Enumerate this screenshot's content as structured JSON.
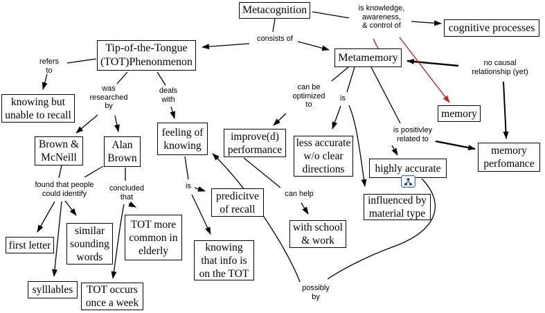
{
  "diagram": {
    "title": "Metacognition concept map",
    "colors": {
      "background": "#ffffff",
      "line": "#000000",
      "highlight_line": "#cc1f1f",
      "node_border": "#000000",
      "node_background": "#ffffff",
      "text": "#000000",
      "resource_icon_border": "#3b6fd4",
      "resource_icon_glyph": "#1a3c8c"
    },
    "nodes": {
      "metacognition": {
        "text": "Metacognition"
      },
      "cognitive_processes": {
        "text": "cognitive processes"
      },
      "tot_phenomenon": {
        "text": "Tip-of-the-Tongue\n(TOT)Phenonmenon"
      },
      "metamemory": {
        "text": "Metamemory"
      },
      "knowing_but_unable": {
        "text": "knowing but\nunable to recall"
      },
      "brown_mcneill": {
        "text": "Brown &\nMcNeill"
      },
      "alan_brown": {
        "text": "Alan\nBrown"
      },
      "feeling_of_knowing": {
        "text": "feeling of\nknowing"
      },
      "improved_performance": {
        "text": "improve(d)\nperformance"
      },
      "less_accurate": {
        "text": "less accurate\nw/o clear\ndirections"
      },
      "memory": {
        "text": "memory"
      },
      "highly_accurate": {
        "text": "highly accurate"
      },
      "memory_performance": {
        "text": "memory\nperfomance"
      },
      "influenced_by_material": {
        "text": "influenced by\nmaterial type"
      },
      "predictive_of_recall": {
        "text": "predicitve\nof recall"
      },
      "first_letter": {
        "text": "first letter"
      },
      "similar_sounding": {
        "text": "similar\nsounding\nwords"
      },
      "tot_elderly": {
        "text": "TOT more\ncommon in\nelderly"
      },
      "knowing_info_tot": {
        "text": "knowing\nthat info is\non the TOT"
      },
      "syllables": {
        "text": "sylllables"
      },
      "tot_once_week": {
        "text": "TOT occurs\nonce a week"
      },
      "with_school_work": {
        "text": "with school\n& work"
      }
    },
    "labels": {
      "consists_of": {
        "text": "consists of"
      },
      "is_knowledge": {
        "text": "is knowledge,\nawareness,\n& control of"
      },
      "refers_to": {
        "text": "refers\nto"
      },
      "was_researched_by": {
        "text": "was\nresearched\nby"
      },
      "deals_with": {
        "text": "deals\nwith"
      },
      "can_be_optimized_to": {
        "text": "can be\noptimized\nto"
      },
      "is_metamemory": {
        "text": "is"
      },
      "no_causal": {
        "text": "no causal\nrelationship (yet)"
      },
      "is_positively_related": {
        "text": "is positivley\nrelated to"
      },
      "found_that_people": {
        "text": "found that people\ncould identify"
      },
      "concluded_that": {
        "text": "concluded\nthat"
      },
      "is_fok": {
        "text": "is"
      },
      "can_help": {
        "text": "can help"
      },
      "possibly_by": {
        "text": "possibly\nby"
      }
    },
    "icons": {
      "linked_resource": {
        "name": "linked-cmap-resource-icon"
      }
    }
  }
}
